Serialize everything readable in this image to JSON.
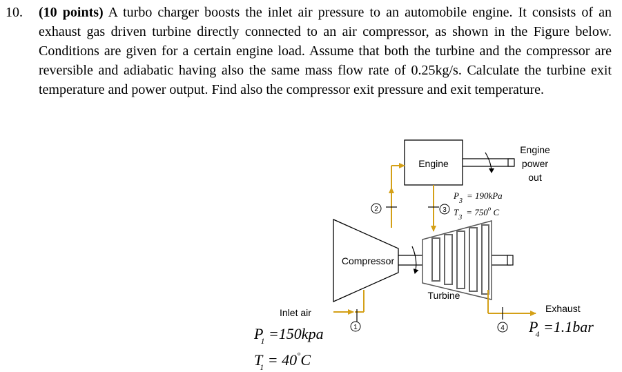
{
  "question": {
    "number": "10.",
    "points": "(10 points)",
    "body": " A turbo charger boosts the inlet air pressure to an automobile engine. It consists of an exhaust gas driven turbine directly connected to an air compressor, as shown in the Figure below. Conditions are given for a certain engine load. Assume that both the turbine and the compressor are reversible and adiabatic having also the same mass flow rate of 0.25kg/s. Calculate the turbine exit temperature and power output. Find also the compressor exit pressure and exit temperature."
  },
  "figure": {
    "engine_label": "Engine",
    "engine_power_out": [
      "Engine",
      "power",
      "out"
    ],
    "compressor_label": "Compressor",
    "turbine_label": "Turbine",
    "inlet_air_label": "Inlet air",
    "exhaust_label": "Exhaust",
    "state_1": "1",
    "state_2": "2",
    "state_3": "3",
    "state_4": "4",
    "p3": {
      "symbol": "P",
      "sub": "3",
      "value": "= 190kPa"
    },
    "t3": {
      "symbol": "T",
      "sub": "3",
      "value": "= 750",
      "sup": "o",
      "unit": " C"
    },
    "p1": {
      "symbol": "P",
      "sub": "1",
      "value": " =150kpa"
    },
    "t1": {
      "symbol": "T",
      "sub": "1",
      "value": " = 40",
      "sup": "°",
      "unit": "C"
    },
    "p4": {
      "symbol": "P",
      "sub": "4",
      "value": " =1.1bar"
    },
    "colors": {
      "flow_arrow": "#d4a017",
      "lines": "#000000",
      "shading": "#666666"
    }
  }
}
